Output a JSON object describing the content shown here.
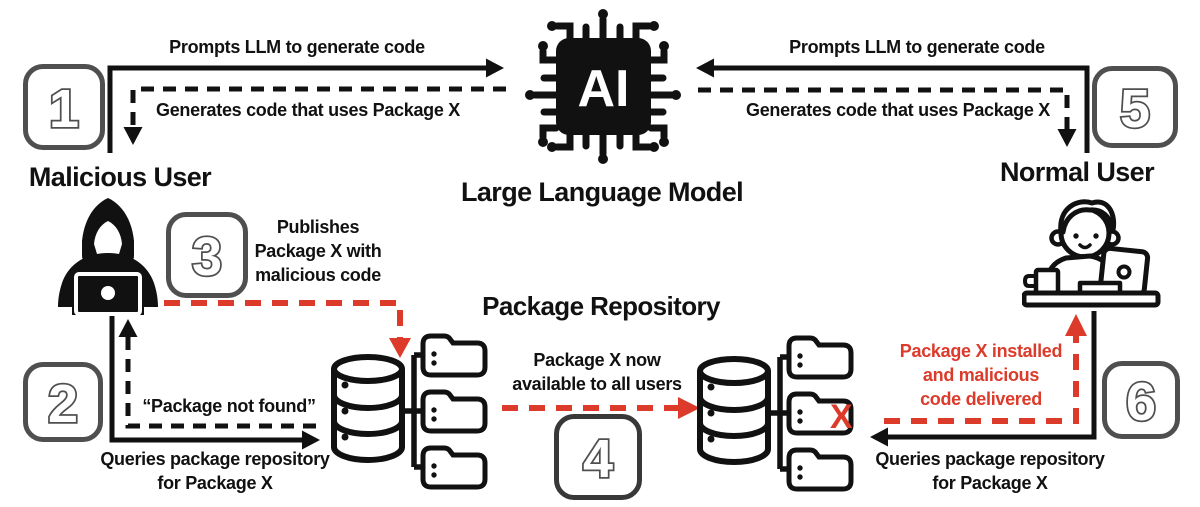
{
  "titles": {
    "llm": "Large Language Model",
    "repository": "Package Repository",
    "malicious_user": "Malicious User",
    "normal_user": "Normal User"
  },
  "chip_label": "AI",
  "infected_package_marker": "X",
  "badges": [
    "1",
    "2",
    "3",
    "4",
    "5",
    "6"
  ],
  "flows": {
    "malicious_prompt": {
      "solid": "Prompts LLM to generate code",
      "dashed": "Generates code that uses Package X"
    },
    "normal_prompt": {
      "solid": "Prompts LLM to generate code",
      "dashed": "Generates code that uses Package X"
    },
    "malicious_query": {
      "line1": "Queries package repository",
      "line2": "for Package X",
      "response": "“Package not found”"
    },
    "publish": {
      "line1": "Publishes",
      "line2": "Package X with",
      "line3": "malicious code"
    },
    "propagate": {
      "line1": "Package X now",
      "line2": "available to all users"
    },
    "normal_query": {
      "line1": "Queries package repository",
      "line2": "for Package X"
    },
    "deliver": {
      "line1": "Package X installed",
      "line2": "and malicious",
      "line3": "code delivered"
    }
  },
  "colors": {
    "ink": "#111111",
    "alert_red": "#dc3b2b",
    "badge_gray": "#4f4f4f"
  }
}
